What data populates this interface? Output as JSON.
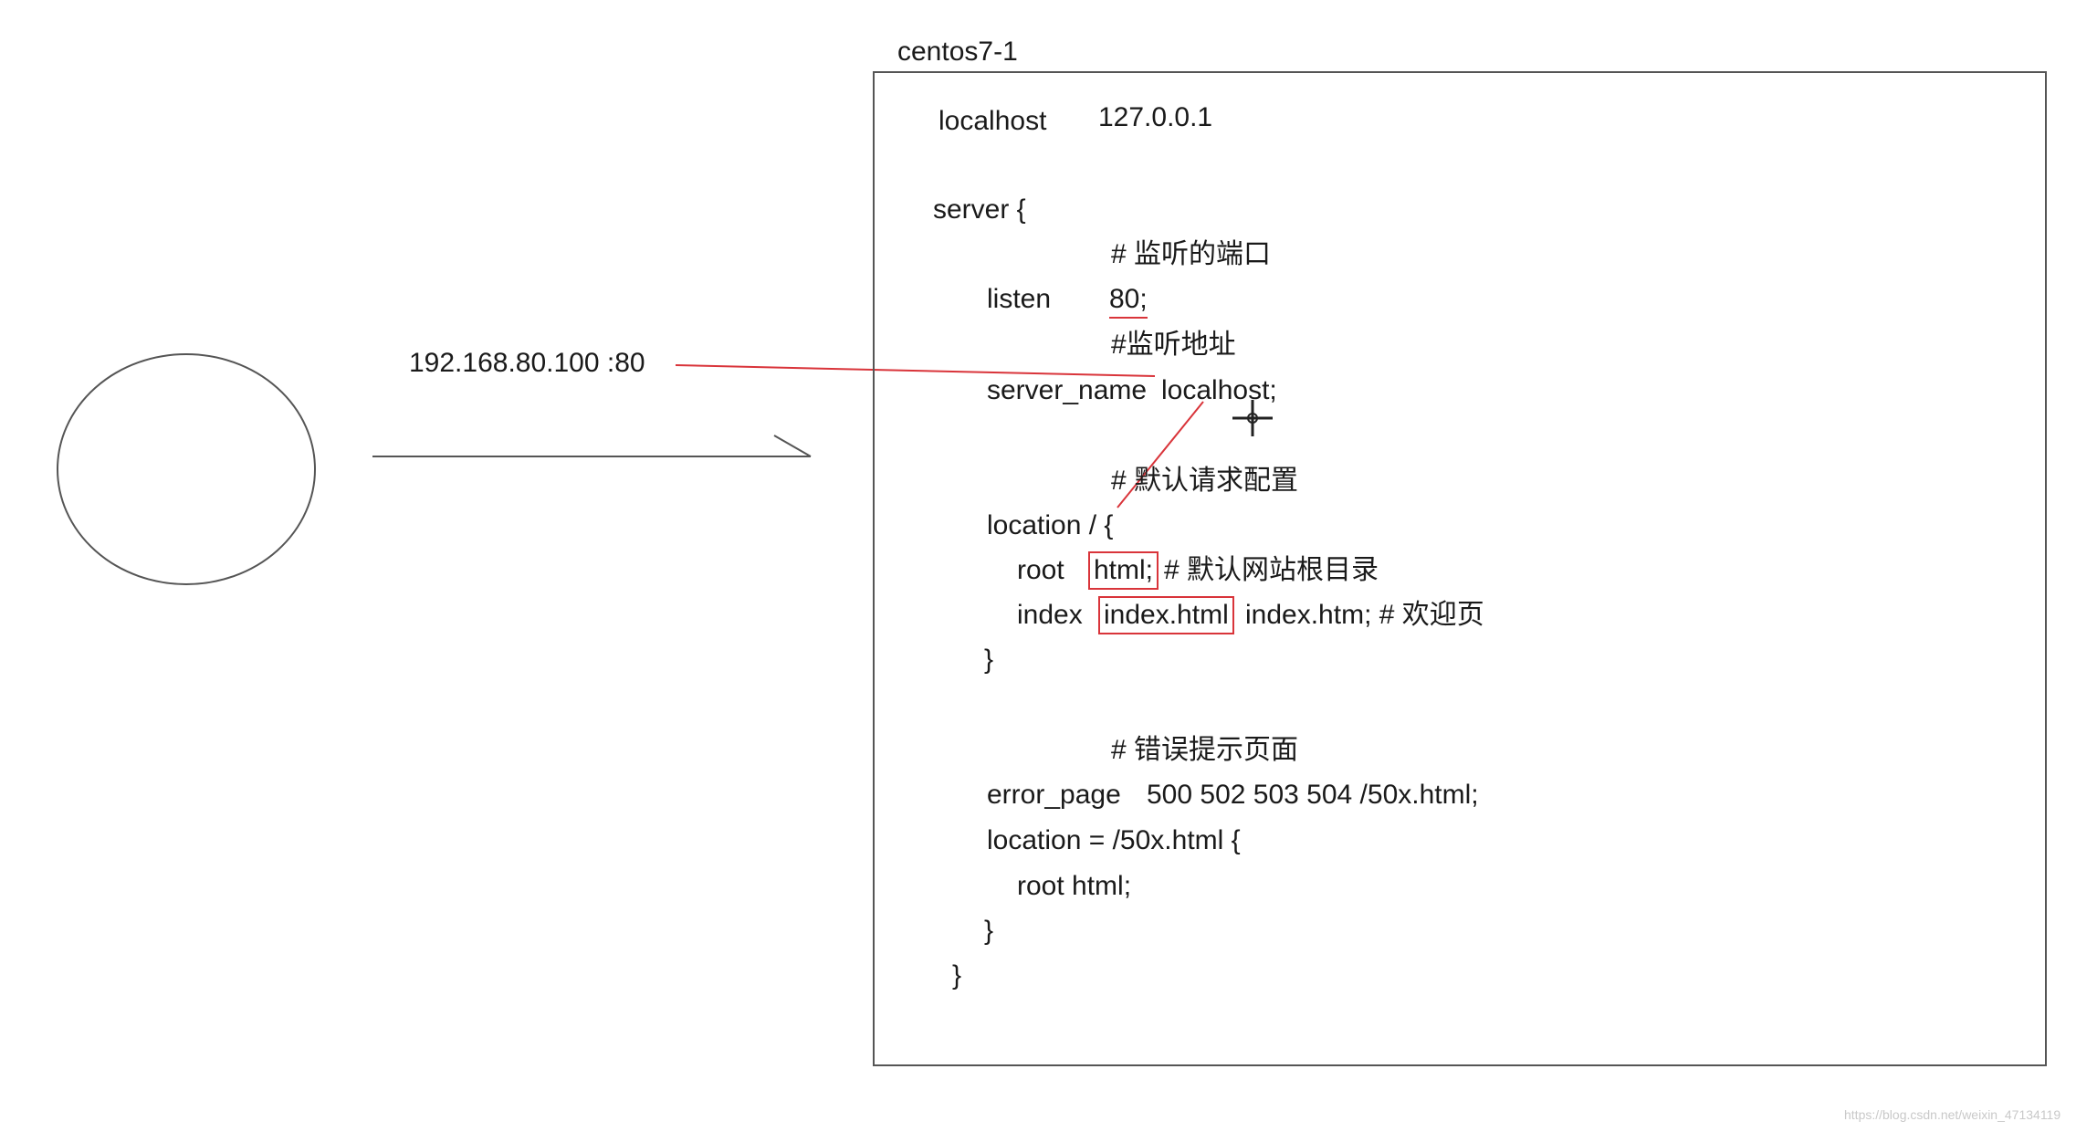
{
  "box_title": "centos7-1",
  "client_address": "192.168.80.100 :80",
  "hosts": {
    "name": "localhost",
    "ip": "127.0.0.1"
  },
  "config": {
    "server_open": "server {",
    "comment_listen": "# 监听的端口",
    "listen_key": "listen",
    "listen_value": "80;",
    "comment_address": "#监听地址",
    "server_name_key": "server_name",
    "server_name_value": "localhost;",
    "comment_default": "# 默认请求配置",
    "location_open": "location / {",
    "root_key": "root",
    "root_value": "html;",
    "root_comment": "# 默认网站根目录",
    "index_key": "index",
    "index_value": "index.html",
    "index_rest": "index.htm; # 欢迎页",
    "location_close": "}",
    "comment_error": "# 错误提示页面",
    "error_page_key": "error_page",
    "error_page_value": "500 502 503 504  /50x.html;",
    "location_50x_open": "location = /50x.html {",
    "root_50x": "root   html;",
    "location_50x_close": "}",
    "server_close": "}"
  },
  "watermark": "https://blog.csdn.net/weixin_47134119",
  "colors": {
    "annotation": "#d9343a",
    "ink": "#1a1a1a",
    "stroke": "#555555"
  }
}
